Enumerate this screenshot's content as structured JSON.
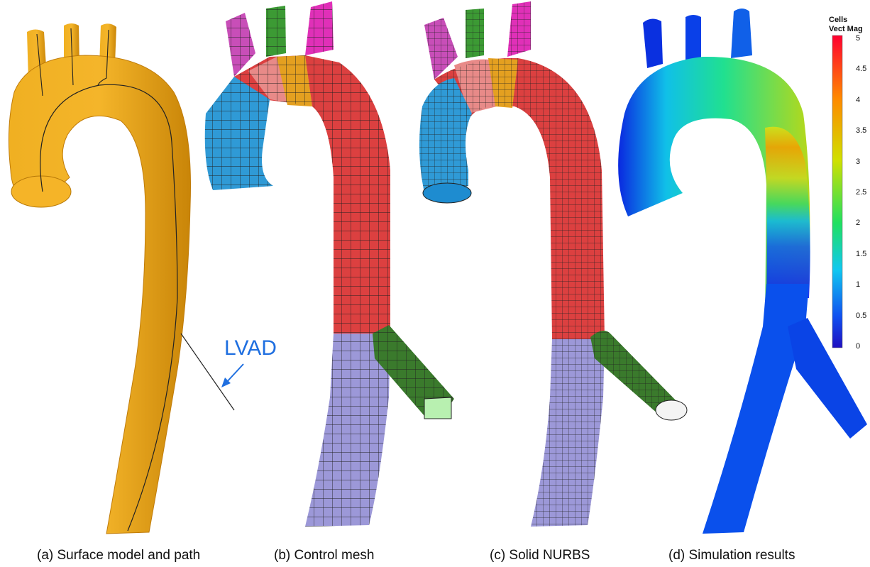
{
  "captions": {
    "a": "(a) Surface model and path",
    "b": "(b) Control mesh",
    "c": "(c) Solid NURBS",
    "d": "(d) Simulation results"
  },
  "annotation": {
    "lvad": "LVAD"
  },
  "colorbar": {
    "title_line1": "Cells",
    "title_line2": "Vect Mag",
    "ticks": [
      "5",
      "4.5",
      "4",
      "3.5",
      "3",
      "2.5",
      "2",
      "1.5",
      "1",
      "0.5",
      "0"
    ]
  },
  "colors": {
    "surface": "#e9a313",
    "mesh_red": "#dc4040",
    "mesh_blue": "#2f9ad6",
    "mesh_purple": "#9c98d8",
    "mesh_green": "#3a7a2c",
    "mesh_magenta": "#e040c8",
    "annotation_blue": "#1f6fe0"
  }
}
